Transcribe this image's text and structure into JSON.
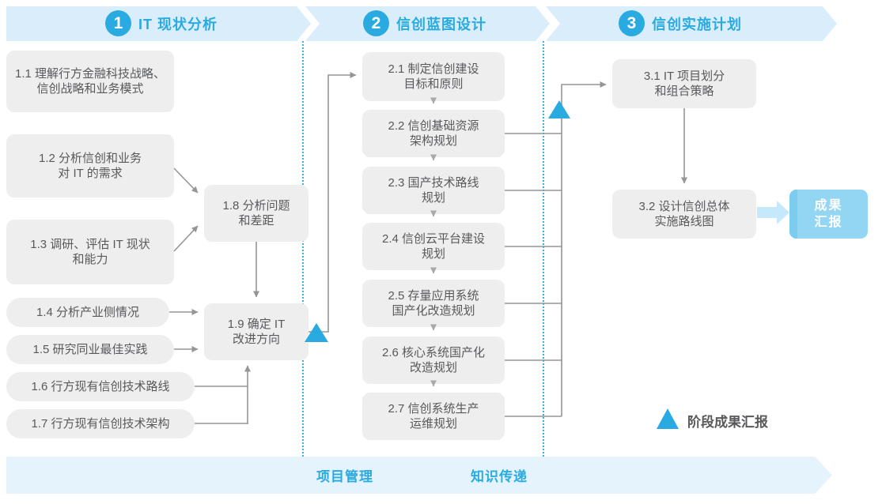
{
  "colors": {
    "accent": "#29abe2",
    "band": "#d9eefa",
    "banner": "#e4f3fc",
    "box-bg": "#eeeeef",
    "ink": "#58595b",
    "line": "#939598",
    "line2": "#a7a9ac",
    "result-bg": "#92d6f4",
    "result-edge": "#7bcdf0",
    "flow-arrow": "#c5e9fb"
  },
  "phases": [
    {
      "number": "1",
      "title": "IT 现状分析"
    },
    {
      "number": "2",
      "title": "信创蓝图设计"
    },
    {
      "number": "3",
      "title": "信创实施计划"
    }
  ],
  "nodes": {
    "n11": {
      "l1": "1.1 理解行方金融科技战略、",
      "l2": "信创战略和业务模式"
    },
    "n12": {
      "l1": "1.2 分析信创和业务",
      "l2": "对 IT 的需求"
    },
    "n13": {
      "l1": "1.3 调研、评估 IT 现状",
      "l2": "和能力"
    },
    "n14": {
      "l1": "1.4 分析产业侧情况"
    },
    "n15": {
      "l1": "1.5 研究同业最佳实践"
    },
    "n16": {
      "l1": "1.6 行方现有信创技术路线"
    },
    "n17": {
      "l1": "1.7 行方现有信创技术架构"
    },
    "n18": {
      "l1": "1.8 分析问题",
      "l2": "和差距"
    },
    "n19": {
      "l1": "1.9 确定 IT",
      "l2": "改进方向"
    },
    "n21": {
      "l1": "2.1 制定信创建设",
      "l2": "目标和原则"
    },
    "n22": {
      "l1": "2.2 信创基础资源",
      "l2": "架构规划"
    },
    "n23": {
      "l1": "2.3 国产技术路线",
      "l2": "规划"
    },
    "n24": {
      "l1": "2.4 信创云平台建设",
      "l2": "规划"
    },
    "n25": {
      "l1": "2.5 存量应用系统",
      "l2": "国产化改造规划"
    },
    "n26": {
      "l1": "2.6 核心系统国产化",
      "l2": "改造规划"
    },
    "n27": {
      "l1": "2.7 信创系统生产",
      "l2": "运维规划"
    },
    "n31": {
      "l1": "3.1 IT 项目划分",
      "l2": "和组合策略"
    },
    "n32": {
      "l1": "3.2 设计信创总体",
      "l2": "实施路线图"
    }
  },
  "result": {
    "l1": "成果",
    "l2": "汇报"
  },
  "legend": {
    "icon": "triangle-up",
    "label": "阶段成果汇报"
  },
  "footer": {
    "pm": "项目管理",
    "kt": "知识传递"
  }
}
